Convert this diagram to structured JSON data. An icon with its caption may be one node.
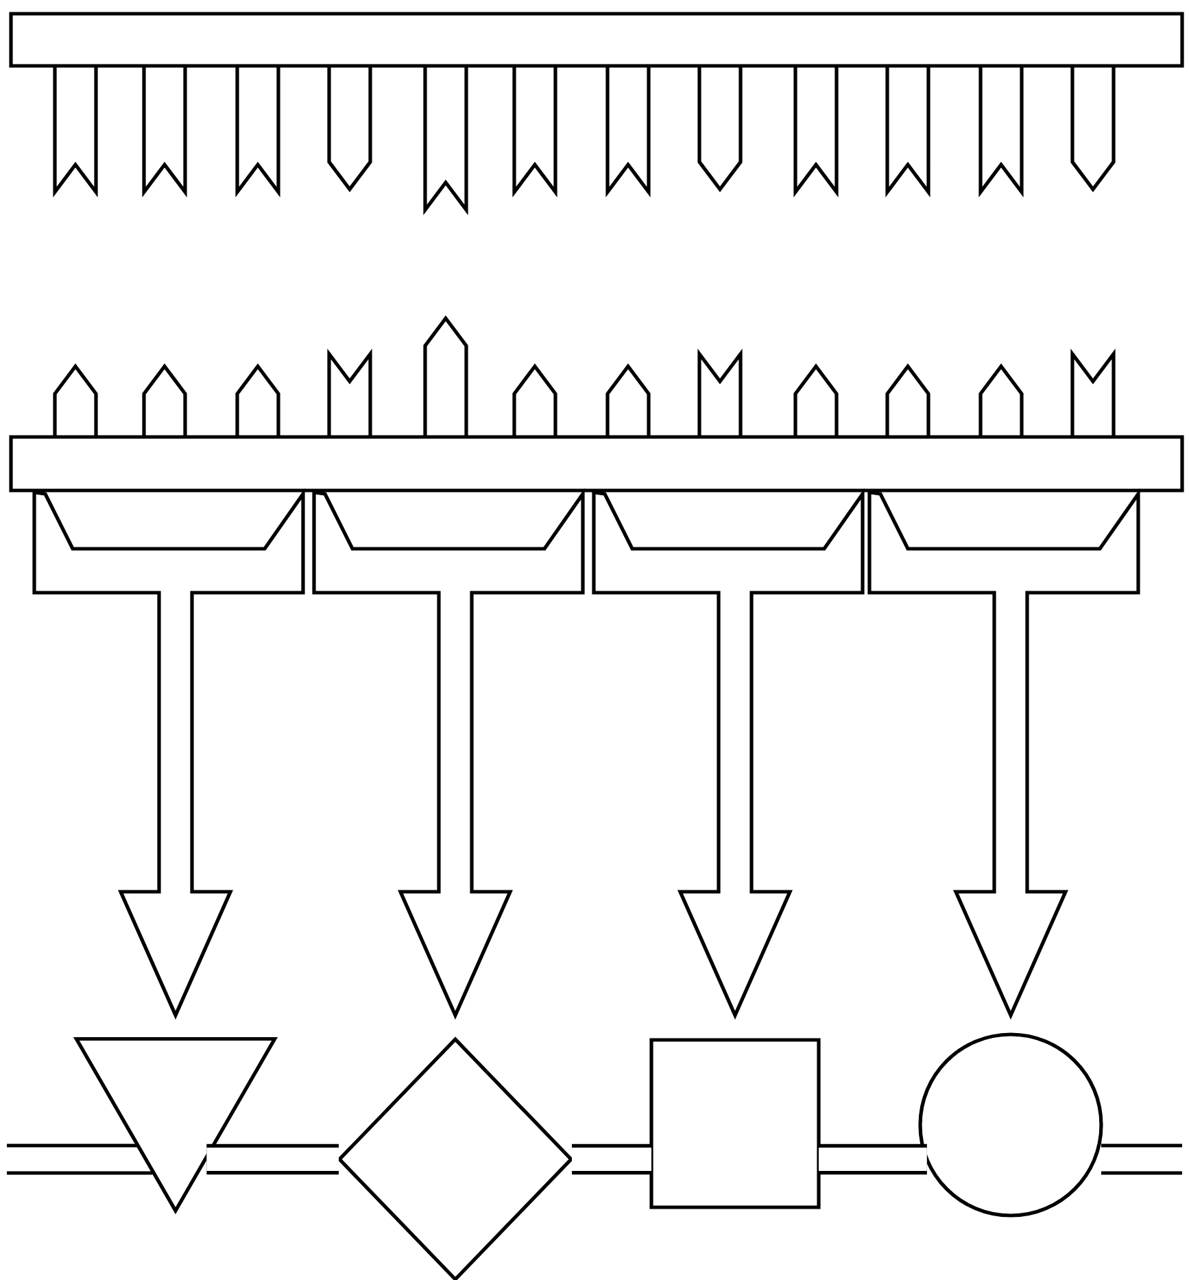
{
  "diagram": {
    "nodes": [
      {
        "text": [],
        "shape": "bar"
      },
      {
        "text": [],
        "shape": "bar"
      },
      {
        "text": [],
        "shape": "triangle"
      },
      {
        "text": [],
        "shape": "diamond"
      },
      {
        "text": [],
        "shape": "box"
      },
      {
        "text": [],
        "shape": "circle"
      }
    ],
    "edges": [
      {
        "from": 1,
        "to": 2,
        "arrow": "to"
      },
      {
        "from": 1,
        "to": 3,
        "arrow": "to"
      },
      {
        "from": 1,
        "to": 4,
        "arrow": "to"
      },
      {
        "from": 1,
        "to": 5,
        "arrow": "to"
      },
      {
        "from": 2,
        "to": 3,
        "arrow": "none"
      },
      {
        "from": 3,
        "to": 4,
        "arrow": "none"
      },
      {
        "from": 4,
        "to": 5,
        "arrow": "none"
      }
    ]
  }
}
